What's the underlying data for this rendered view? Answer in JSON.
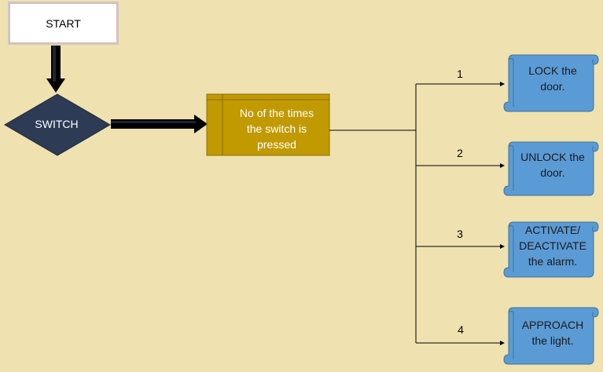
{
  "start": {
    "label": "START"
  },
  "decision": {
    "label": "SWITCH"
  },
  "process": {
    "lines": [
      "No of the times",
      "the switch is",
      "pressed"
    ]
  },
  "branches": [
    {
      "number": "1",
      "lines": [
        "LOCK the",
        "door."
      ]
    },
    {
      "number": "2",
      "lines": [
        "UNLOCK the",
        "door."
      ]
    },
    {
      "number": "3",
      "lines": [
        "ACTIVATE/",
        "DEACTIVATE",
        "the alarm."
      ]
    },
    {
      "number": "4",
      "lines": [
        "APPROACH",
        "the light."
      ]
    }
  ],
  "colors": {
    "background": "#efe2b0",
    "decision_fill": "#2e3b55",
    "process_fill": "#c19a00",
    "scroll_fill": "#5b9bd5",
    "scroll_stroke": "#41719c",
    "arrow": "#000000"
  }
}
